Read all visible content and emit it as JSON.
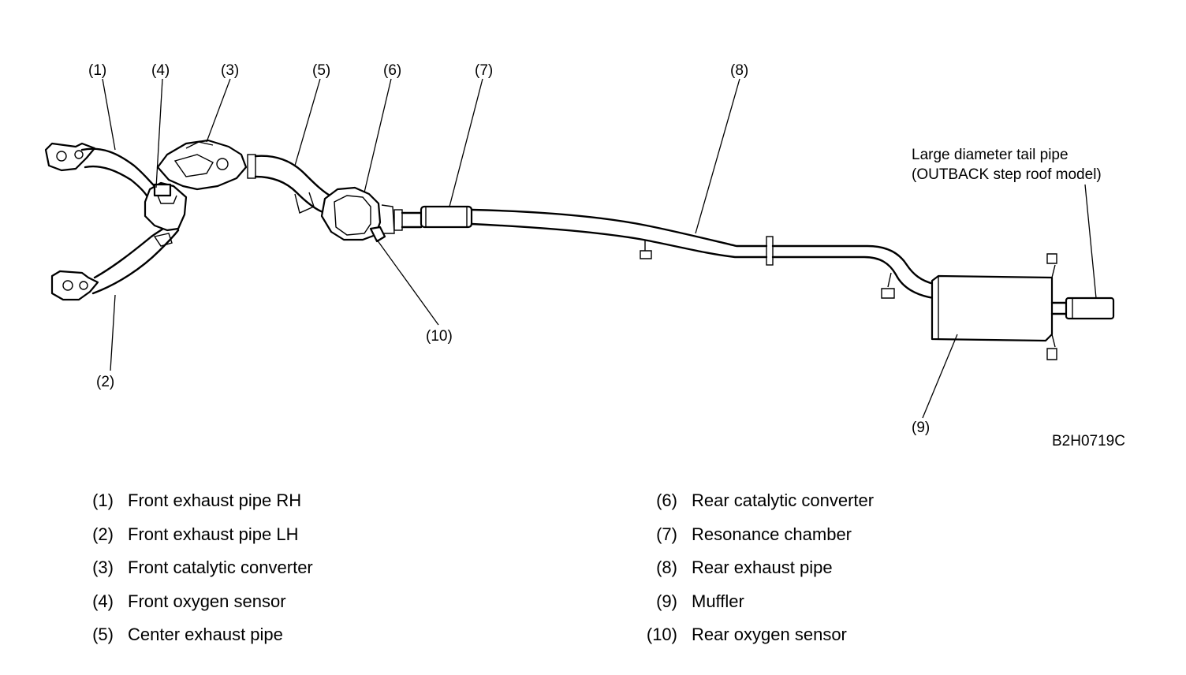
{
  "callouts": {
    "c1": "(1)",
    "c2": "(2)",
    "c3": "(3)",
    "c4": "(4)",
    "c5": "(5)",
    "c6": "(6)",
    "c7": "(7)",
    "c8": "(8)",
    "c9": "(9)",
    "c10": "(10)"
  },
  "note": {
    "line1": "Large diameter tail pipe",
    "line2": "(OUTBACK step roof model)"
  },
  "figure_code": "B2H0719C",
  "legend": {
    "left": [
      {
        "num": "(1)",
        "label": "Front exhaust pipe RH"
      },
      {
        "num": "(2)",
        "label": "Front exhaust pipe LH"
      },
      {
        "num": "(3)",
        "label": "Front catalytic converter"
      },
      {
        "num": "(4)",
        "label": "Front oxygen sensor"
      },
      {
        "num": "(5)",
        "label": "Center exhaust pipe"
      }
    ],
    "right": [
      {
        "num": "(6)",
        "label": "Rear catalytic converter"
      },
      {
        "num": "(7)",
        "label": "Resonance chamber"
      },
      {
        "num": "(8)",
        "label": "Rear exhaust pipe"
      },
      {
        "num": "(9)",
        "label": "Muffler"
      },
      {
        "num": "(10)",
        "label": "Rear oxygen sensor"
      }
    ]
  },
  "colors": {
    "line": "#000000",
    "background": "#ffffff"
  }
}
